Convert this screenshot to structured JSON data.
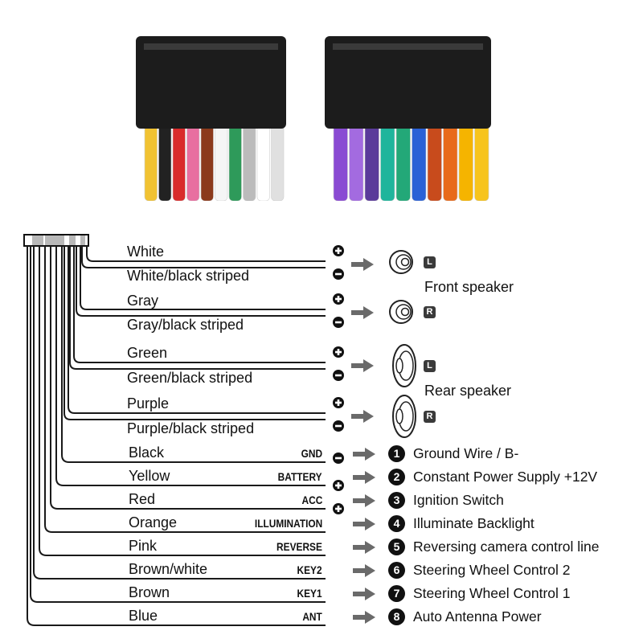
{
  "speaker_wires": [
    {
      "color": "White",
      "sign": "+"
    },
    {
      "color": "White/black striped",
      "sign": "-"
    },
    {
      "color": "Gray",
      "sign": "+"
    },
    {
      "color": "Gray/black striped",
      "sign": "-"
    },
    {
      "color": "Green",
      "sign": "+"
    },
    {
      "color": "Green/black striped",
      "sign": "-"
    },
    {
      "color": "Purple",
      "sign": "+"
    },
    {
      "color": "Purple/black striped",
      "sign": "-"
    }
  ],
  "speakers": {
    "front_caption": "Front speaker",
    "rear_caption": "Rear speaker",
    "left_badge": "L",
    "right_badge": "R"
  },
  "function_wires": [
    {
      "color": "Black",
      "label": "GND",
      "sign": "-",
      "number": "1",
      "description": "Ground Wire / B-"
    },
    {
      "color": "Yellow",
      "label": "BATTERY",
      "sign": "+",
      "number": "2",
      "description": "Constant Power Supply +12V"
    },
    {
      "color": "Red",
      "label": "ACC",
      "sign": "+",
      "number": "3",
      "description": "Ignition Switch"
    },
    {
      "color": "Orange",
      "label": "ILLUMINATION",
      "sign": "",
      "number": "4",
      "description": "Illuminate Backlight"
    },
    {
      "color": "Pink",
      "label": "REVERSE",
      "sign": "",
      "number": "5",
      "description": "Reversing camera control line"
    },
    {
      "color": "Brown/white",
      "label": "KEY2",
      "sign": "",
      "number": "6",
      "description": "Steering Wheel Control 2"
    },
    {
      "color": "Brown",
      "label": "KEY1",
      "sign": "",
      "number": "7",
      "description": "Steering Wheel Control 1"
    },
    {
      "color": "Blue",
      "label": "ANT",
      "sign": "",
      "number": "8",
      "description": "Auto  Antenna Power"
    }
  ],
  "photo_left_wires": [
    "#f1c232",
    "#222222",
    "#d92b2b",
    "#e86fa0",
    "#8b3a1c",
    "#f5f5f5",
    "#2e9a5a",
    "#bbbbbb",
    "#ffffff",
    "#e0e0e0"
  ],
  "photo_right_wires": [
    "#8a4bd3",
    "#a36be0",
    "#5a3a9a",
    "#1fb59c",
    "#23a878",
    "#2a61d6",
    "#c84b1c",
    "#e86a1a",
    "#f5b400",
    "#f7c41d"
  ],
  "colors": {
    "wire": "#1a1a1a",
    "connector": "#1c1c1c",
    "arrow": "#6a6a6a"
  }
}
